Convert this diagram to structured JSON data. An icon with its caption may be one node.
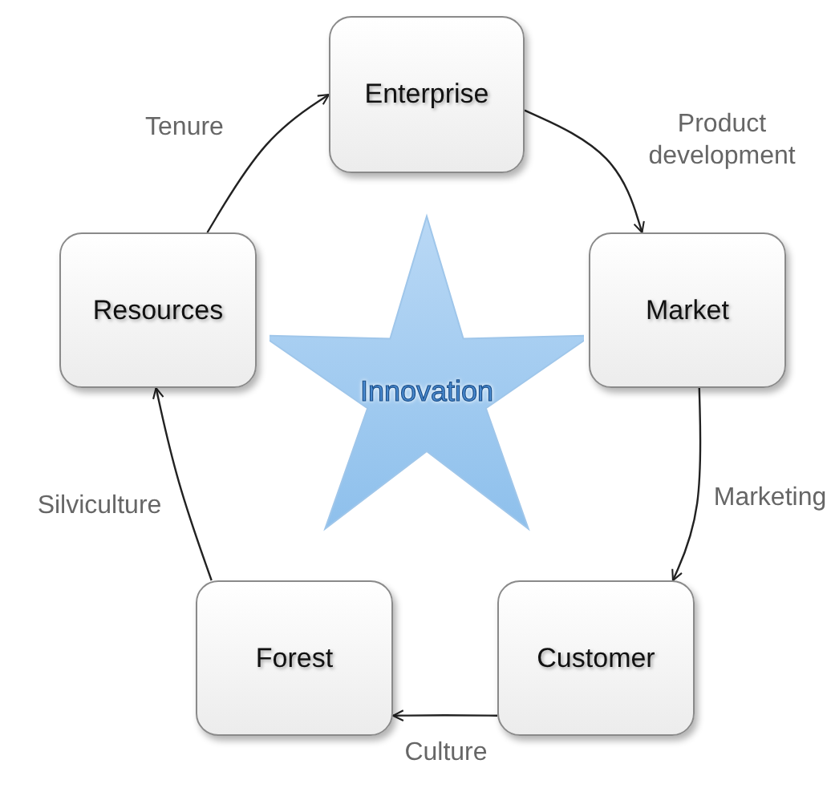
{
  "diagram": {
    "nodes": [
      {
        "text": [
          "Enterprise"
        ]
      },
      {
        "text": [
          "Market"
        ]
      },
      {
        "text": [
          "Customer"
        ]
      },
      {
        "text": [
          "Forest"
        ]
      },
      {
        "text": [
          "Resources"
        ]
      },
      {
        "text": [
          "Innovation"
        ]
      }
    ],
    "edges": [
      {
        "from": 4,
        "to": 0,
        "arrow": "to",
        "label": "Tenure"
      },
      {
        "from": 0,
        "to": 1,
        "arrow": "to",
        "label": "Product development"
      },
      {
        "from": 1,
        "to": 2,
        "arrow": "to",
        "label": "Marketing"
      },
      {
        "from": 2,
        "to": 3,
        "arrow": "to",
        "label": "Culture"
      },
      {
        "from": 3,
        "to": 4,
        "arrow": "to",
        "label": "Silviculture"
      }
    ]
  }
}
